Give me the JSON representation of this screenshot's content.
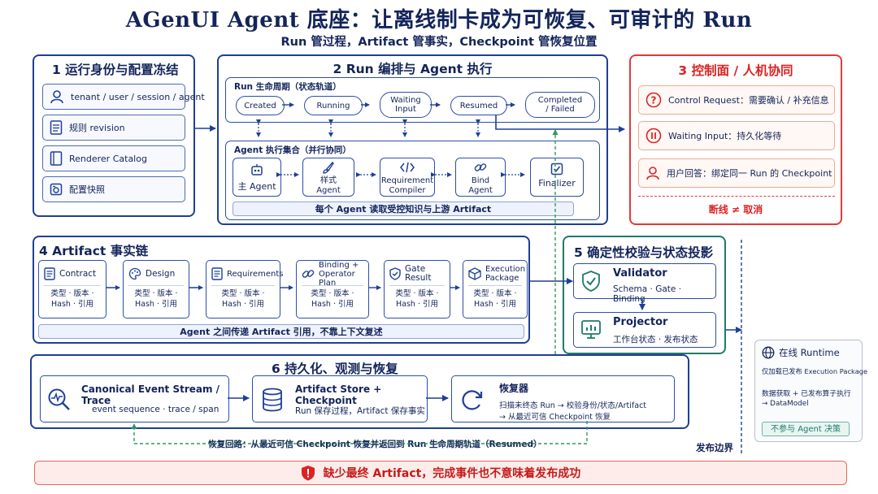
{
  "header": {
    "title": "AGenUI Agent 底座：让离线制卡成为可恢复、可审计的 Run",
    "subtitle": "Run 管过程，Artifact 管事实，Checkpoint 管恢复位置"
  },
  "s1": {
    "title": "1 运行身份与配置冻结",
    "items": [
      "tenant / user / session / agent",
      "规则 revision",
      "Renderer Catalog",
      "配置快照"
    ]
  },
  "s2": {
    "title": "2 Run 编排与 Agent 执行",
    "lifecycle_title": "Run 生命周期（状态轨道）",
    "states": [
      "Created",
      "Running",
      "Waiting Input",
      "Resumed",
      "Completed / Failed"
    ],
    "agents_title": "Agent 执行集合（并行协同）",
    "agents": [
      "主 Agent",
      "样式 Agent",
      "Requirement Compiler",
      "Bind Agent",
      "Finalizer"
    ],
    "footer": "每个 Agent 读取受控知识与上游 Artifact"
  },
  "s3": {
    "title": "3 控制面 / 人机协同",
    "items": [
      "Control Request：需要确认 / 补充信息",
      "Waiting Input：持久化等待",
      "用户回答：绑定同一 Run 的 Checkpoint"
    ],
    "note": "断线 ≠ 取消"
  },
  "s4": {
    "title": "4 Artifact 事实链",
    "cards": [
      {
        "name": "Contract",
        "meta1": "类型 · 版本 ·",
        "meta2": "Hash · 引用"
      },
      {
        "name": "Design",
        "meta1": "类型 · 版本 ·",
        "meta2": "Hash · 引用"
      },
      {
        "name": "Requirements",
        "meta1": "类型 · 版本 ·",
        "meta2": "Hash · 引用"
      },
      {
        "name": "Binding + Operator Plan",
        "meta1": "类型 · 版本 ·",
        "meta2": "Hash · 引用"
      },
      {
        "name": "Gate Result",
        "meta1": "类型 · 版本 ·",
        "meta2": "Hash · 引用"
      },
      {
        "name": "Execution Package",
        "meta1": "类型 · 版本 ·",
        "meta2": "Hash · 引用"
      }
    ],
    "footer": "Agent 之间传递 Artifact 引用，不靠上下文复述"
  },
  "s5": {
    "title": "5 确定性校验与状态投影",
    "validator_title": "Validator",
    "validator_desc": "Schema · Gate · Binding",
    "projector_title": "Projector",
    "projector_desc": "工作台状态 · 发布状态"
  },
  "s6": {
    "title": "6 持久化、观测与恢复",
    "c1_title": "Canonical Event Stream / Trace",
    "c1_desc": "event sequence · trace / span",
    "c2_title": "Artifact Store + Checkpoint",
    "c2_desc": "Run 保存过程，Artifact 保存事实",
    "c3_title": "恢复器",
    "c3_line1": "扫描未终态 Run → 校验身份/状态/Artifact",
    "c3_line2": "→ 从最近可信 Checkpoint 恢复",
    "recovery_loop": "恢复回路：从最近可信 Checkpoint 恢复并返回到 Run 生命周期轨道（Resumed）"
  },
  "runtime": {
    "title": "在线 Runtime",
    "line1": "仅加载已发布 Execution Package",
    "line2": "数据获取 + 已发布算子执行",
    "line3": "→ DataModel",
    "badge": "不参与 Agent 决策"
  },
  "publish_boundary": "发布边界",
  "bottom_warning": "缺少最终 Artifact，完成事件也不意味着发布成功",
  "colors": {
    "navy": "#13245a",
    "border_blue": "#1e3f96",
    "red": "#e03a3a",
    "teal": "#1f7a6b",
    "dashed_green": "#2e9a54"
  }
}
